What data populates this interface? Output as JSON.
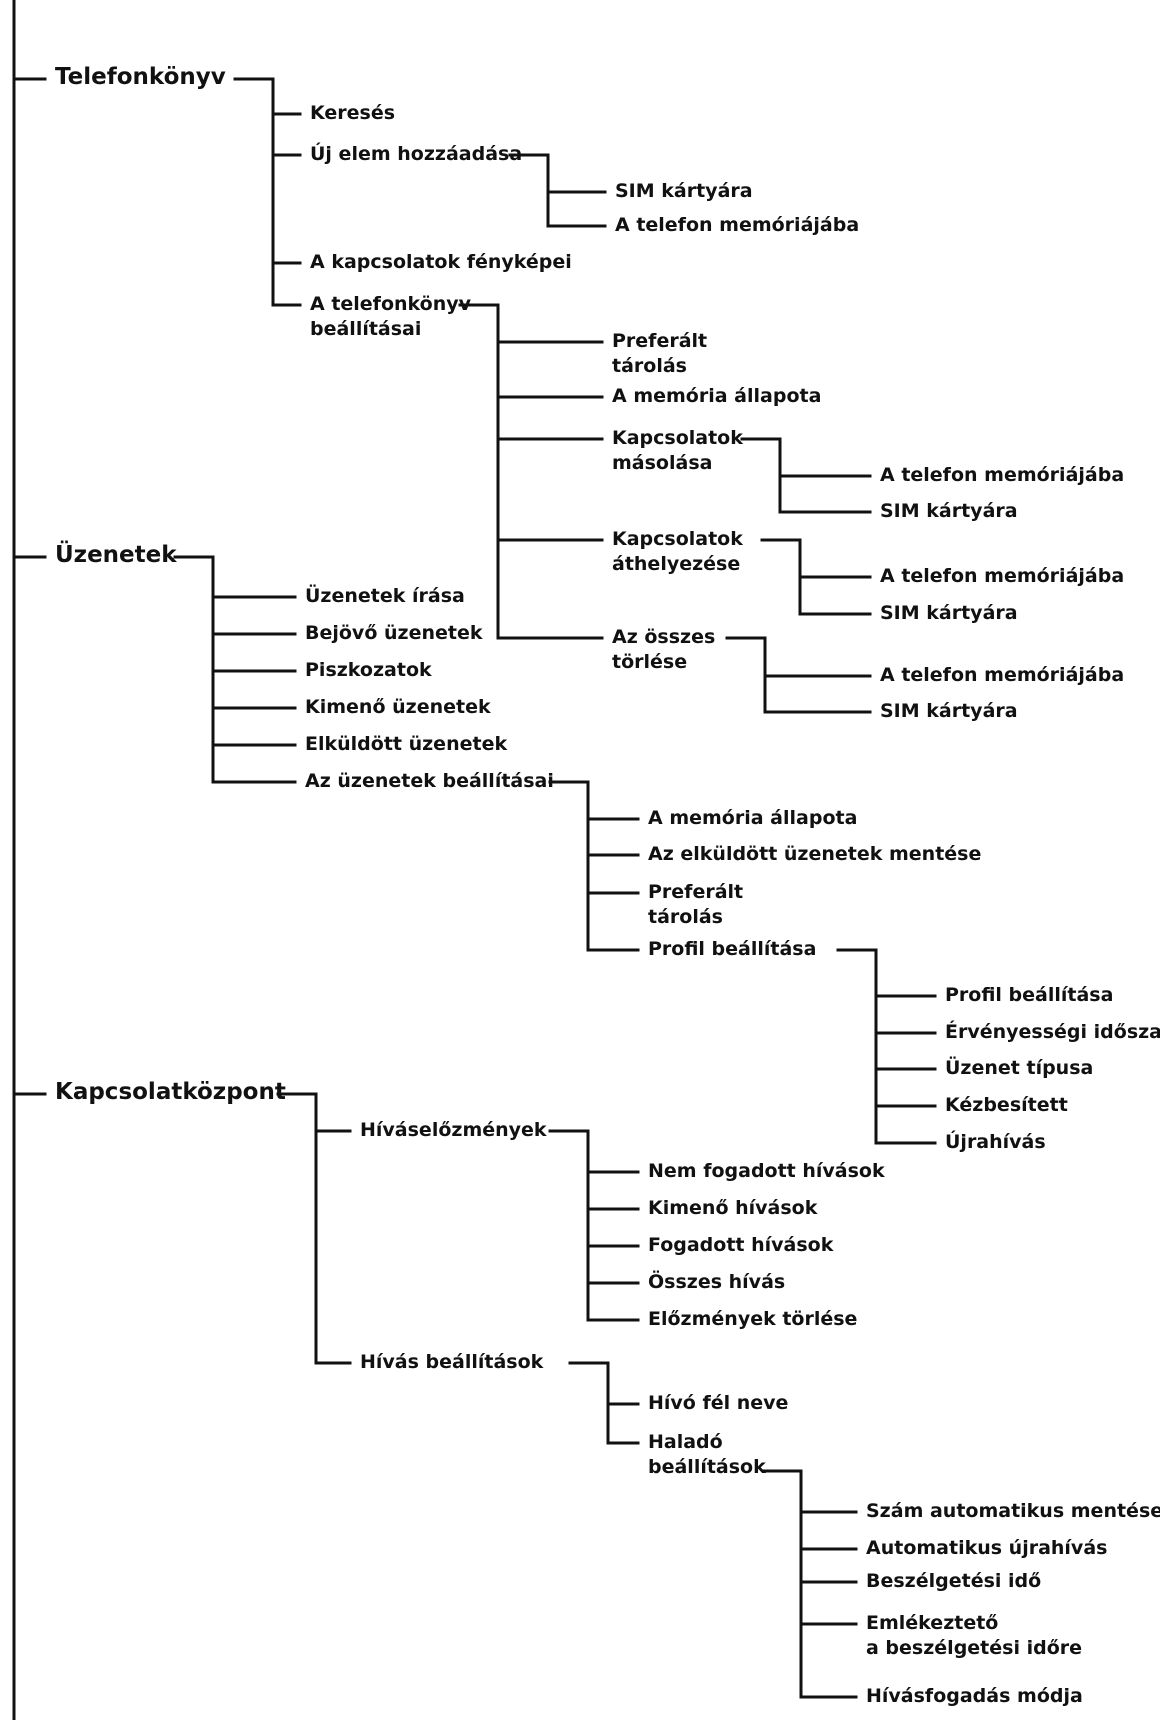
{
  "colors": {
    "line": "#111111",
    "text": "#111111",
    "background": "#ffffff"
  },
  "menu": [
    {
      "label": "Telefonkönyv",
      "children": [
        {
          "label": "Keresés"
        },
        {
          "label": "Új elem hozzáadása",
          "children": [
            {
              "label": "SIM kártyára"
            },
            {
              "label": "A telefon memóriájába"
            }
          ]
        },
        {
          "label": "A kapcsolatok fényképei"
        },
        {
          "label": "A telefonkönyv\nbeállításai",
          "children": [
            {
              "label": "Preferált\ntárolás"
            },
            {
              "label": "A memória állapota"
            },
            {
              "label": "Kapcsolatok\nmásolása",
              "children": [
                {
                  "label": "A telefon memóriájába"
                },
                {
                  "label": "SIM kártyára"
                }
              ]
            },
            {
              "label": "Kapcsolatok\náthelyezése",
              "children": [
                {
                  "label": "A telefon memóriájába"
                },
                {
                  "label": "SIM kártyára"
                }
              ]
            },
            {
              "label": "Az összes\ntörlése",
              "children": [
                {
                  "label": "A telefon memóriájába"
                },
                {
                  "label": "SIM kártyára"
                }
              ]
            }
          ]
        }
      ]
    },
    {
      "label": "Üzenetek",
      "children": [
        {
          "label": "Üzenetek írása"
        },
        {
          "label": "Bejövő üzenetek"
        },
        {
          "label": "Piszkozatok"
        },
        {
          "label": "Kimenő üzenetek"
        },
        {
          "label": "Elküldött üzenetek"
        },
        {
          "label": "Az üzenetek beállításai",
          "children": [
            {
              "label": "A memória állapota"
            },
            {
              "label": "Az elküldött üzenetek mentése"
            },
            {
              "label": "Preferált\ntárolás"
            },
            {
              "label": "Profil beállítása",
              "children": [
                {
                  "label": "Profil beállítása"
                },
                {
                  "label": "Érvényességi időszak"
                },
                {
                  "label": "Üzenet típusa"
                },
                {
                  "label": "Kézbesített"
                },
                {
                  "label": "Újrahívás"
                }
              ]
            }
          ]
        }
      ]
    },
    {
      "label": "Kapcsolatközpont",
      "children": [
        {
          "label": "Híváselőzmények",
          "children": [
            {
              "label": "Nem fogadott hívások"
            },
            {
              "label": "Kimenő hívások"
            },
            {
              "label": "Fogadott hívások"
            },
            {
              "label": "Összes hívás"
            },
            {
              "label": "Előzmények törlése"
            }
          ]
        },
        {
          "label": "Hívás beállítások",
          "children": [
            {
              "label": "Hívó fél neve"
            },
            {
              "label": "Haladó\nbeállítások",
              "children": [
                {
                  "label": "Szám automatikus mentése"
                },
                {
                  "label": "Automatikus újrahívás"
                },
                {
                  "label": "Beszélgetési idő"
                },
                {
                  "label": "Emlékeztető\na beszélgetési időre"
                },
                {
                  "label": "Hívásfogadás módja"
                }
              ]
            }
          ]
        }
      ]
    }
  ]
}
